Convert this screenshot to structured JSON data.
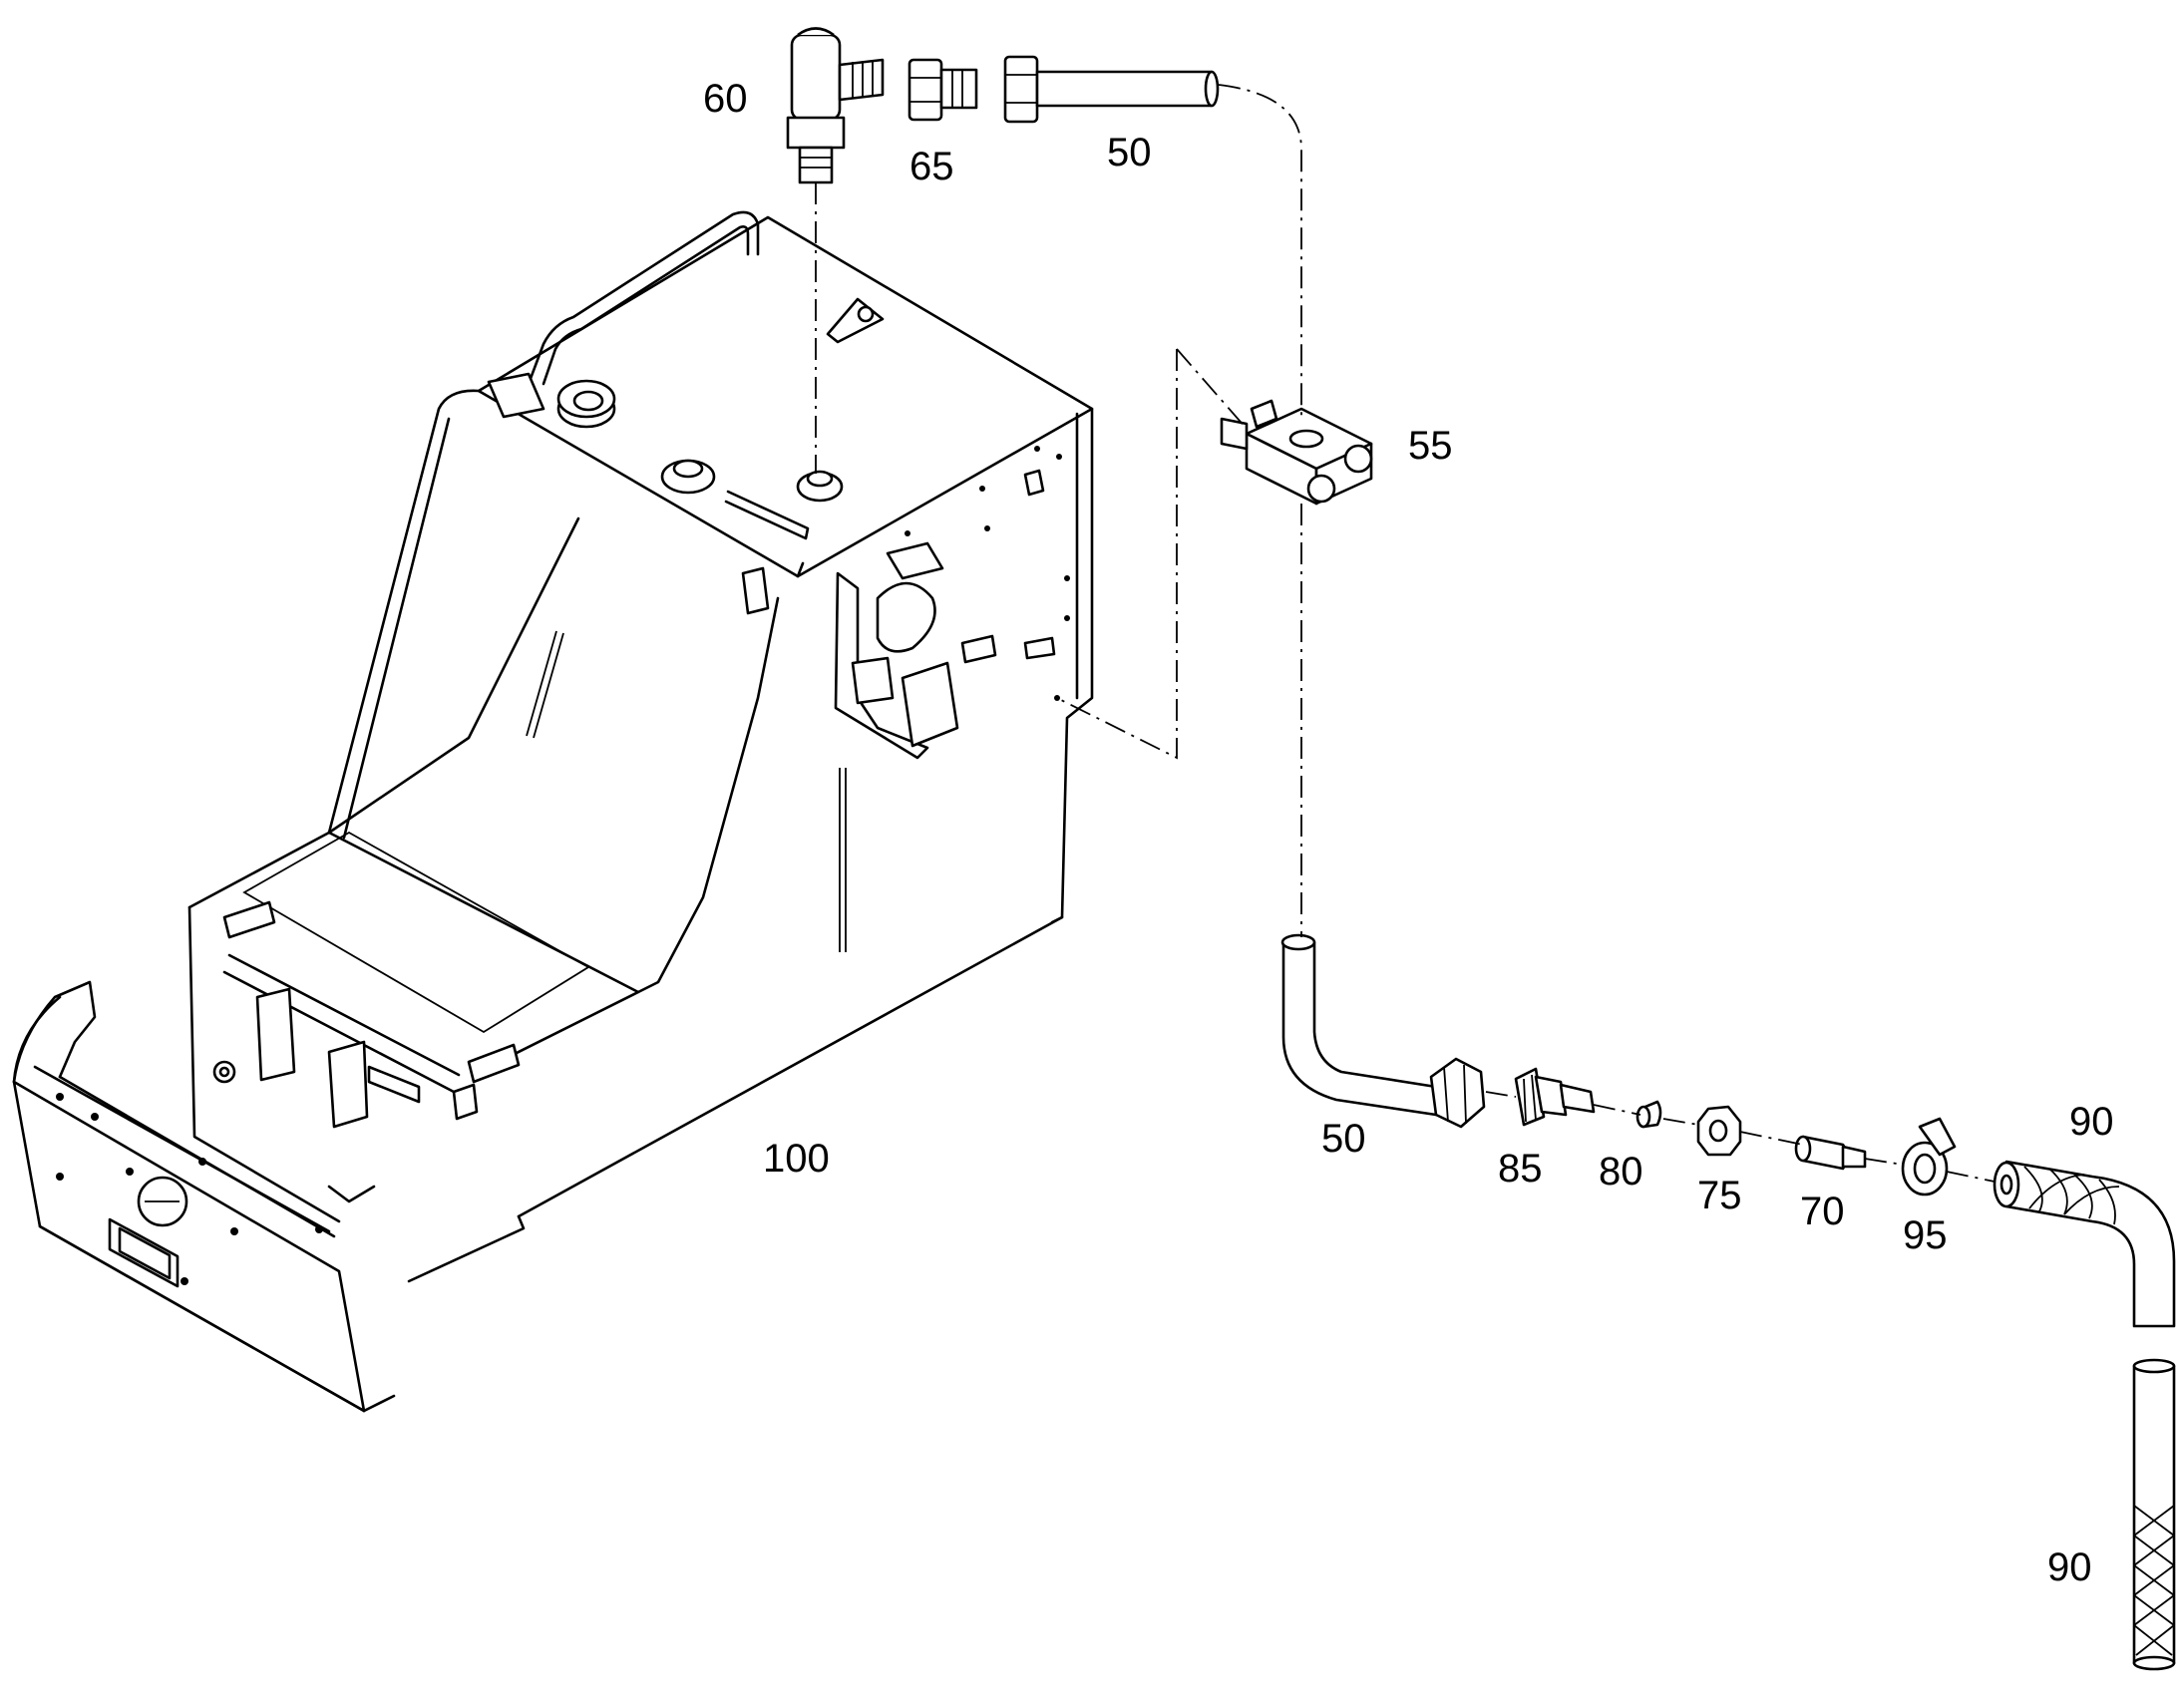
{
  "callouts": {
    "p60": "60",
    "p65": "65",
    "p50_top": "50",
    "p55": "55",
    "p50_bottom": "50",
    "p85": "85",
    "p80": "80",
    "p75": "75",
    "p70": "70",
    "p95": "95",
    "p90_top": "90",
    "p90_bottom": "90",
    "p100": "100"
  },
  "colors": {
    "ink": "#000000",
    "paper": "#ffffff"
  }
}
